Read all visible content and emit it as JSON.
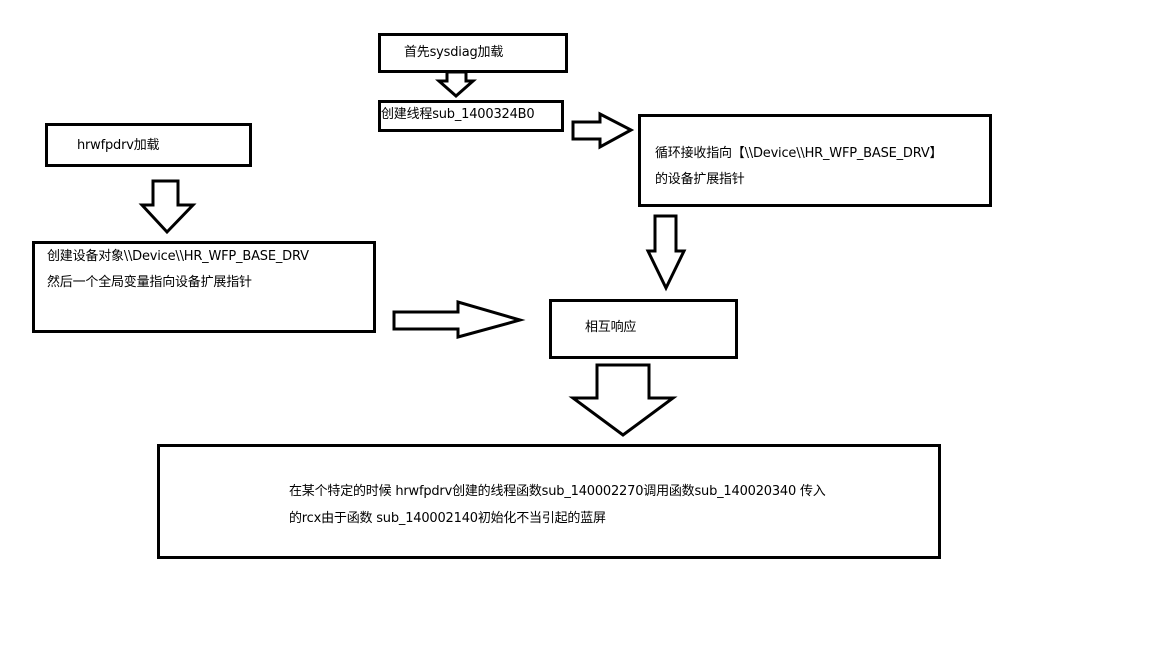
{
  "diagram": {
    "type": "flowchart",
    "nodes": {
      "sysdiag_load": {
        "label": "首先sysdiag加载"
      },
      "create_thread": {
        "label": "创建线程sub_1400324B0"
      },
      "loop_receive": {
        "lines": [
          "循环接收指向【\\\\Device\\\\HR_WFP_BASE_DRV】",
          "的设备扩展指针"
        ]
      },
      "hrwfpdrv_load": {
        "label": "hrwfpdrv加载"
      },
      "create_device": {
        "lines": [
          "创建设备对象\\\\Device\\\\HR_WFP_BASE_DRV",
          "然后一个全局变量指向设备扩展指针"
        ]
      },
      "mutual_response": {
        "label": "相互响应"
      },
      "bsod_cause": {
        "lines": [
          "在某个特定的时候 hrwfpdrv创建的线程函数sub_140002270调用函数sub_140020340  传入",
          "的rcx由于函数 sub_140002140初始化不当引起的蓝屏"
        ]
      }
    },
    "edges": [
      {
        "from": "sysdiag_load",
        "to": "create_thread",
        "direction": "down"
      },
      {
        "from": "create_thread",
        "to": "loop_receive",
        "direction": "right"
      },
      {
        "from": "loop_receive",
        "to": "mutual_response",
        "direction": "down"
      },
      {
        "from": "hrwfpdrv_load",
        "to": "create_device",
        "direction": "down"
      },
      {
        "from": "create_device",
        "to": "mutual_response",
        "direction": "right"
      },
      {
        "from": "mutual_response",
        "to": "bsod_cause",
        "direction": "down"
      }
    ],
    "colors": {
      "stroke": "#000000",
      "fill": "#ffffff",
      "text": "#000000"
    }
  }
}
